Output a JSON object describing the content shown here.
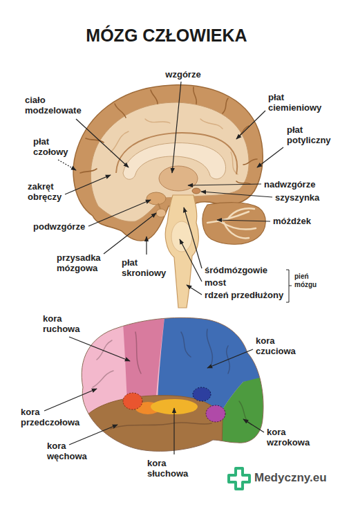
{
  "diagram": {
    "title": "MÓZG CZŁOWIEKA",
    "labels": [
      "wzgórze",
      "ciało modzelowate",
      "płat ciemieniowy",
      "płat czołowy",
      "płat potyliczny",
      "nadwzgórze",
      "zakręt obręczy",
      "szyszynka",
      "móżdżek",
      "podwzgórze",
      "przysadka mózgowa",
      "płat skroniowy",
      "śródmózgowie",
      "most",
      "rdzeń przedłużony",
      "pień mózgu",
      "kora ruchowa",
      "kora czuciowa",
      "kora przedczołowa",
      "kora wzrokowa",
      "kora węchowa",
      "kora słuchowa",
      "Medyczny.eu"
    ]
  }
}
